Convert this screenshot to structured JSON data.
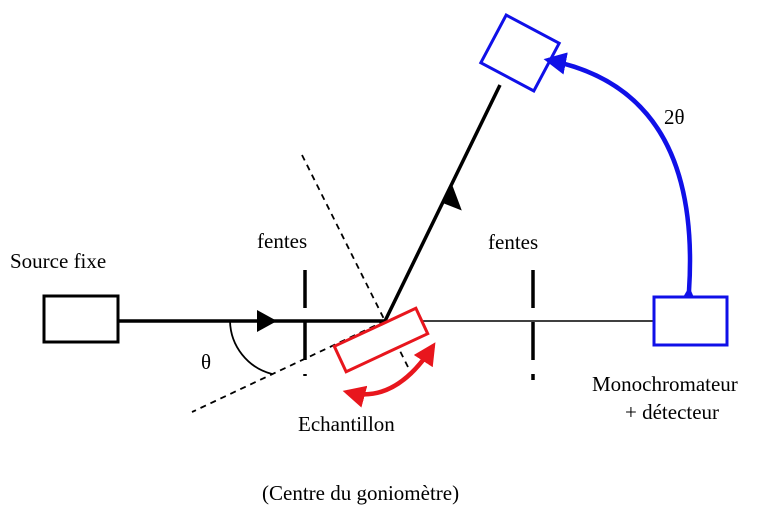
{
  "labels": {
    "source": "Source fixe",
    "slit_left": "fentes",
    "slit_right": "fentes",
    "theta": "θ",
    "two_theta": "2θ",
    "sample": "Echantillon",
    "detector_line1": "Monochromateur",
    "detector_line2": "+ détecteur",
    "caption": "(Centre du goniomètre)"
  },
  "colors": {
    "optics": "#000000",
    "sample": "#e8161d",
    "detector": "#1010e8"
  },
  "icons": {
    "source": "rectangle-box",
    "sample": "tilted-rectangle",
    "detector": "rectangle-box",
    "sample_rotation": "curved-double-arrow",
    "detector_rotation": "curved-arrow"
  }
}
